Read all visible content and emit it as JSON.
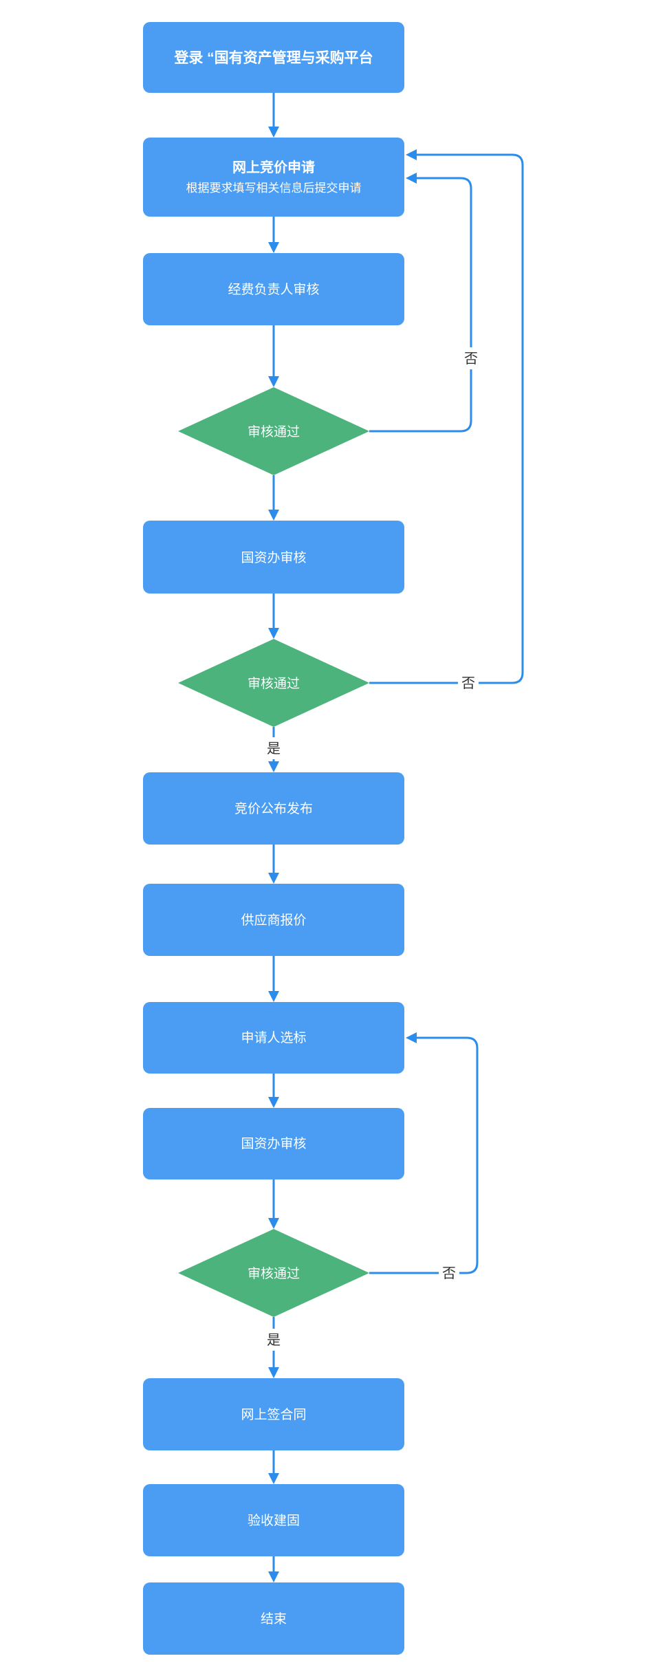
{
  "flowchart": {
    "nodes": [
      {
        "id": "login",
        "type": "process",
        "label": "登录 “国有资产管理与采购平台"
      },
      {
        "id": "online-bid-apply",
        "type": "process",
        "label": "网上竞价申请",
        "sublabel": "根据要求填写相关信息后提交申请"
      },
      {
        "id": "fund-leader-review",
        "type": "process",
        "label": "经费负责人审核"
      },
      {
        "id": "review-pass-1",
        "type": "decision",
        "label": "审核通过"
      },
      {
        "id": "gzb-review-1",
        "type": "process",
        "label": "国资办审核"
      },
      {
        "id": "review-pass-2",
        "type": "decision",
        "label": "审核通过"
      },
      {
        "id": "bid-announce-publish",
        "type": "process",
        "label": "竞价公布发布"
      },
      {
        "id": "supplier-quote",
        "type": "process",
        "label": "供应商报价"
      },
      {
        "id": "applicant-select-bid",
        "type": "process",
        "label": "申请人选标"
      },
      {
        "id": "gzb-review-2",
        "type": "process",
        "label": "国资办审核"
      },
      {
        "id": "review-pass-3",
        "type": "decision",
        "label": "审核通过"
      },
      {
        "id": "online-sign-contract",
        "type": "process",
        "label": "网上签合同"
      },
      {
        "id": "acceptance",
        "type": "process",
        "label": "验收建固"
      },
      {
        "id": "end",
        "type": "process",
        "label": "结束"
      }
    ],
    "edge_labels": {
      "no": "否",
      "yes": "是"
    },
    "colors": {
      "process_fill": "#4A9DF3",
      "decision_fill": "#4CB37C",
      "connector": "#2B8CEC",
      "node_text": "#FFFFFF",
      "edge_label_text": "#333333",
      "background": "#FFFFFF"
    }
  }
}
